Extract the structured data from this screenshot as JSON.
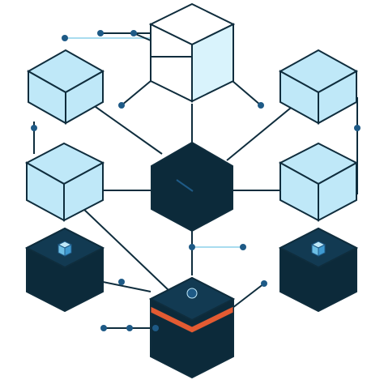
{
  "diagram": {
    "nodes": [
      {
        "name": "cube-top-white"
      },
      {
        "name": "cube-left-upper"
      },
      {
        "name": "cube-right-upper"
      },
      {
        "name": "hexagon-center-dark"
      },
      {
        "name": "cube-left-middle"
      },
      {
        "name": "cube-right-middle"
      },
      {
        "name": "cube-bottom-left-dark"
      },
      {
        "name": "cube-bottom-right-dark"
      },
      {
        "name": "cube-bottom-center-dark"
      }
    ],
    "colors": {
      "outline": "#0f2d3d",
      "light_face": "#bfe8f8",
      "light_face_alt": "#d9f3fc",
      "dark_face": "#0c2a3a",
      "dark_face_alt": "#123a52",
      "accent_blue": "#1e5a86",
      "accent_orange": "#e35b32",
      "connector": "#2b6f9a",
      "faint_line": "#a9dcef"
    },
    "icons": [
      "cube-icon",
      "connector-dot-icon"
    ]
  }
}
